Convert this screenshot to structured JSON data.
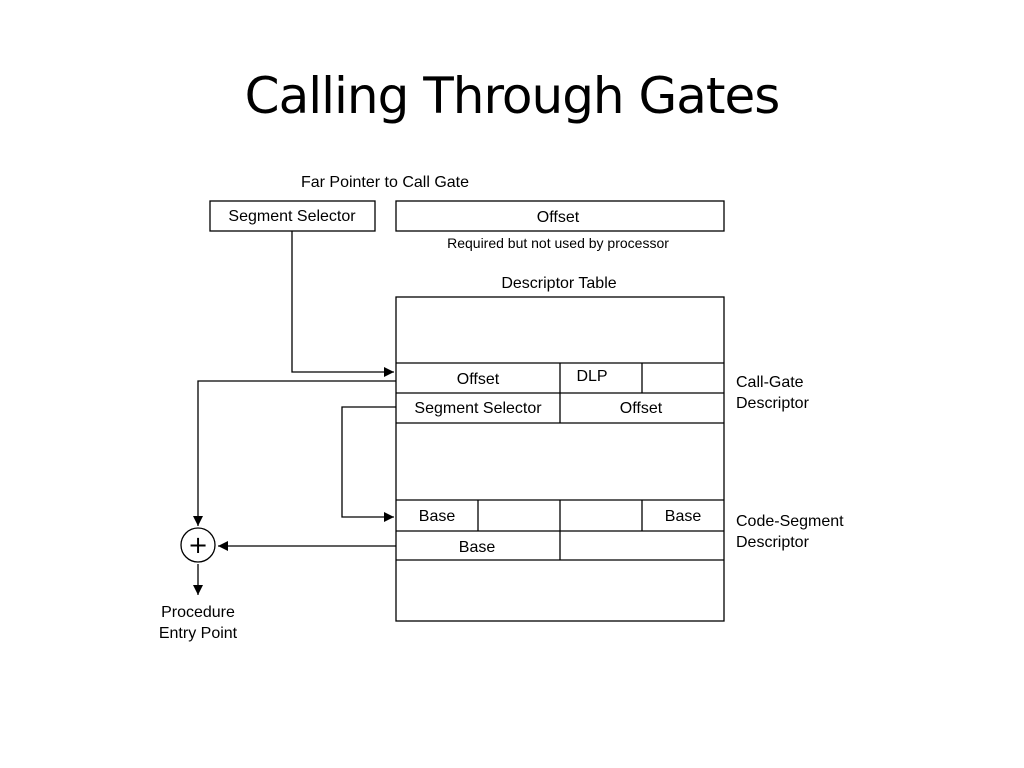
{
  "slide": {
    "title": "Calling Through Gates"
  },
  "diagram": {
    "far_pointer_label": "Far Pointer to Call Gate",
    "segment_selector": "Segment Selector",
    "offset": "Offset",
    "offset_note": "Required but not used by processor",
    "descriptor_table_label": "Descriptor Table",
    "call_gate": {
      "offset_low": "Offset",
      "dpl": "DLP",
      "segment_selector": "Segment Selector",
      "offset_high": "Offset",
      "label_line1": "Call-Gate",
      "label_line2": "Descriptor"
    },
    "code_segment": {
      "base_a": "Base",
      "base_b": "Base",
      "base_c": "Base",
      "label_line1": "Code-Segment",
      "label_line2": "Descriptor"
    },
    "adder_symbol": "+",
    "entry_line1": "Procedure",
    "entry_line2": "Entry Point"
  }
}
